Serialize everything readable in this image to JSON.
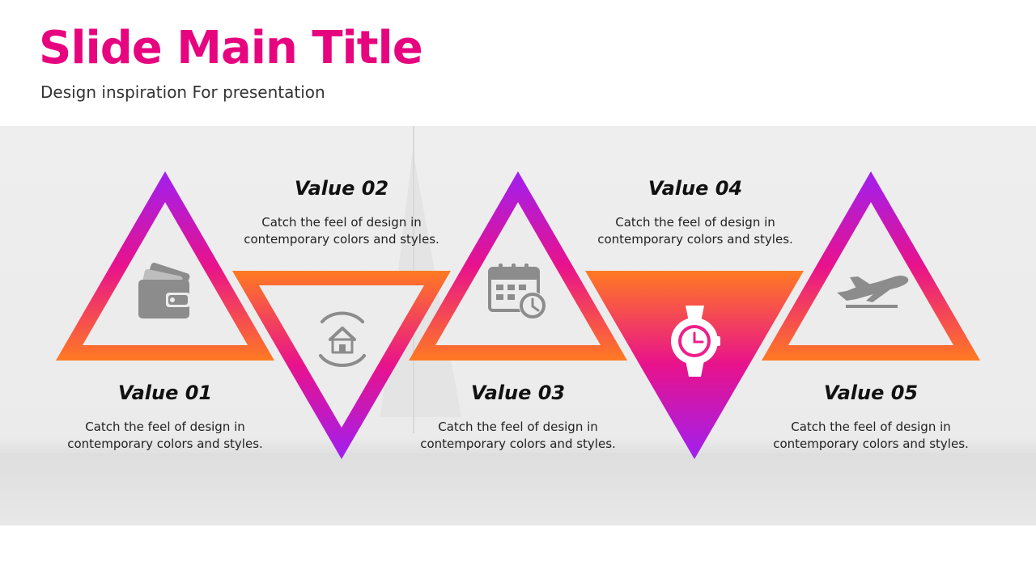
{
  "header": {
    "title": "Slide Main Title",
    "subtitle": "Design inspiration For presentation"
  },
  "colors": {
    "title": "#e6057f",
    "gradient_top": "#a020f0",
    "gradient_mid": "#e8128c",
    "gradient_bottom": "#ff7a22",
    "icon": "#8c8c8c"
  },
  "items": [
    {
      "title": "Value 01",
      "text": "Catch the feel of design in contemporary colors and styles.",
      "icon": "wallet-icon"
    },
    {
      "title": "Value 02",
      "text": "Catch the feel of design in contemporary colors and styles.",
      "icon": "house-in-hands-icon"
    },
    {
      "title": "Value 03",
      "text": "Catch the feel of design in contemporary colors and styles.",
      "icon": "calendar-clock-icon"
    },
    {
      "title": "Value 04",
      "text": "Catch the feel of design in contemporary colors and styles.",
      "icon": "wristwatch-icon"
    },
    {
      "title": "Value 05",
      "text": "Catch the feel of design in contemporary colors and styles.",
      "icon": "airplane-takeoff-icon"
    }
  ]
}
